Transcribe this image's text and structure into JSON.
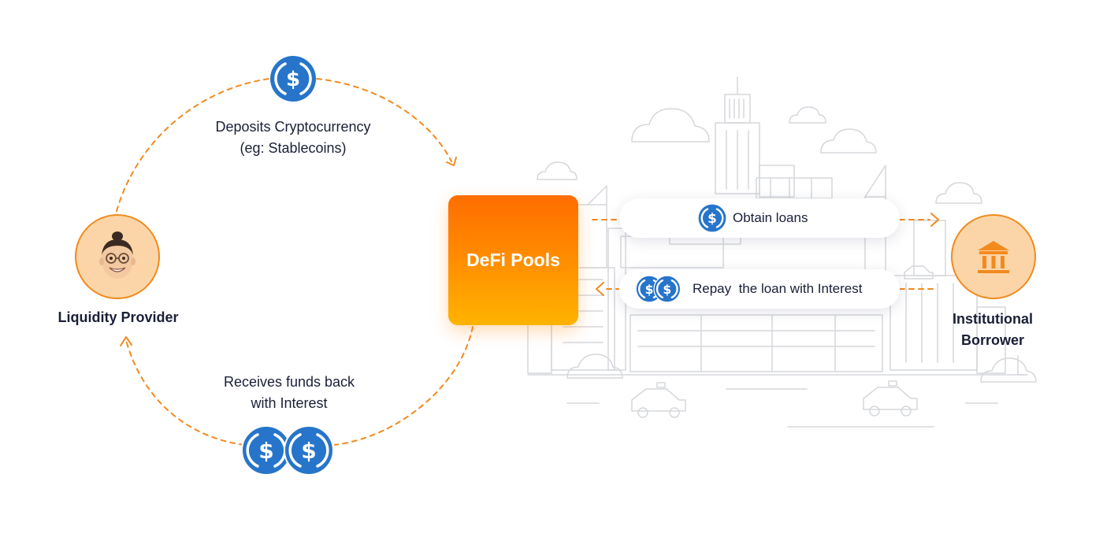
{
  "diagram": {
    "deposit_label_line1": "Deposits Cryptocurrency",
    "deposit_label_line2": "(eg: Stablecoins)",
    "receive_label_line1": "Receives funds back",
    "receive_label_line2": "with Interest",
    "liquidity_provider_label": "Liquidity Provider",
    "pool_label": "DeFi Pools",
    "obtain_loans_label": "Obtain loans",
    "repay_label": "Repay  the loan with Interest",
    "borrower_label_line1": "Institutional",
    "borrower_label_line2": "Borrower"
  },
  "icons": {
    "coin": "usdc-coin-icon",
    "avatar": "memoji-avatar-icon",
    "bank": "bank-building-icon",
    "city": "city-skyline-icon"
  },
  "colors": {
    "accent": "#f28a1e",
    "coin_blue": "#2775ca",
    "pool_top": "#ff6d00",
    "pool_bottom": "#ffb300",
    "node_fill": "#fbd5a8",
    "text": "#1a1f36",
    "city_line": "#d2d4d8"
  }
}
